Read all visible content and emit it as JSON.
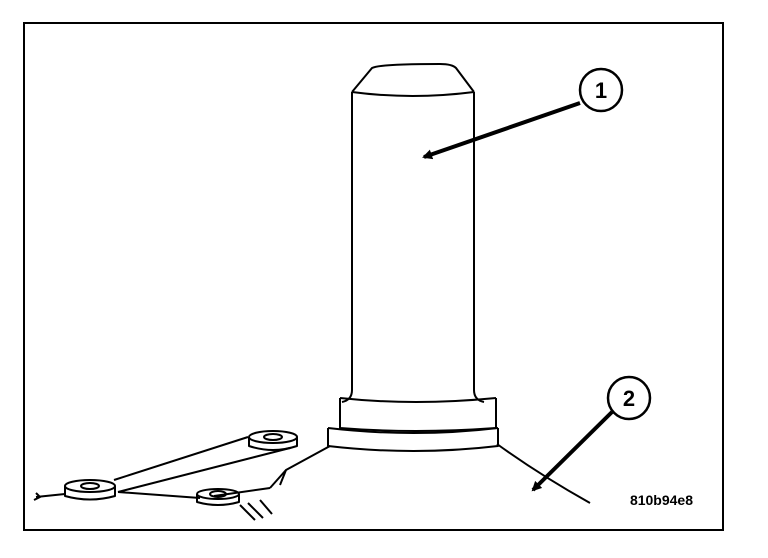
{
  "callouts": [
    {
      "number": "1"
    },
    {
      "number": "2"
    }
  ],
  "figure_id": "810b94e8",
  "colors": {
    "line": "#000000",
    "background": "#ffffff"
  }
}
